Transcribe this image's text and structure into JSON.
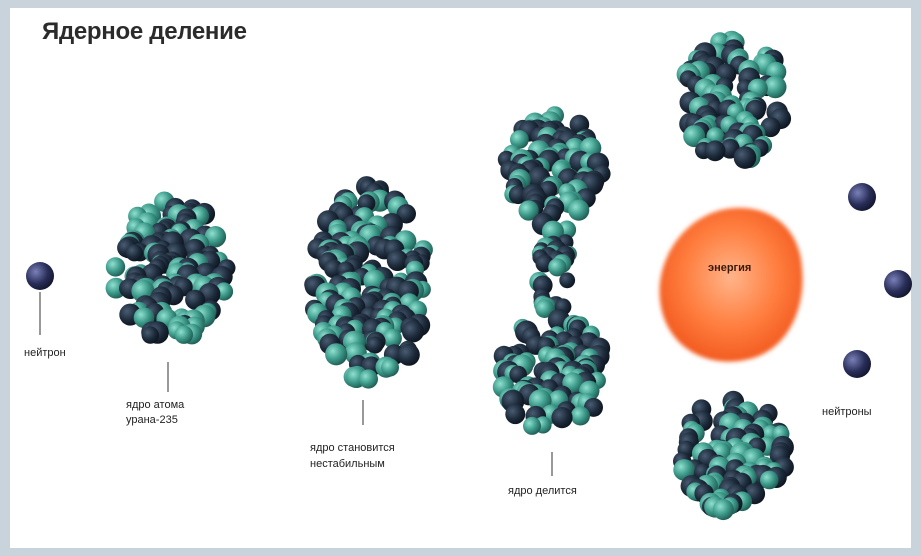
{
  "title": "Ядерное деление",
  "labels": {
    "neutron": "нейтрон",
    "nucleus_line1": "ядро атома",
    "nucleus_line2": "урана-235",
    "unstable_line1": "ядро становится",
    "unstable_line2": "нестабильным",
    "splits": "ядро делится",
    "energy": "энергия",
    "neutrons": "нейтроны"
  },
  "colors": {
    "nucleon_teal": "#3d9a8a",
    "nucleon_dark": "#1c2a3a",
    "neutron": "#2a2f5a",
    "energy_center": "#ff8a50",
    "energy_edge": "#f25a1c",
    "background": "#c9d3dc"
  }
}
